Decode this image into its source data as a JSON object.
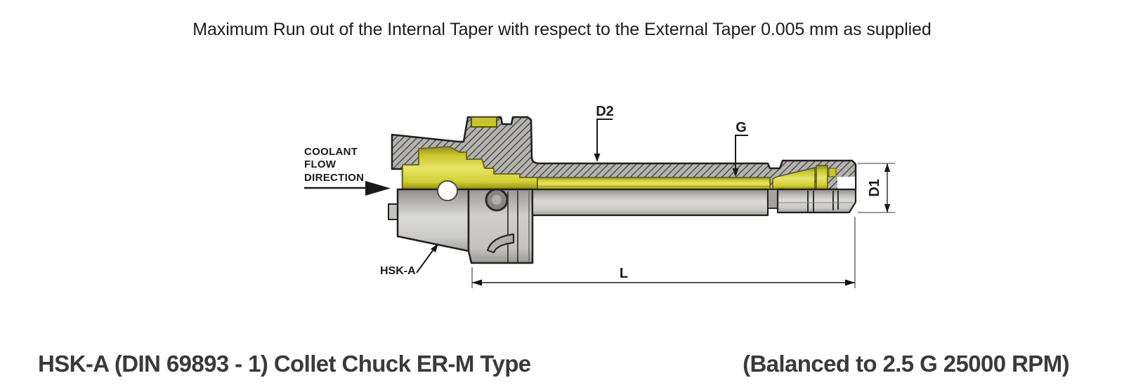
{
  "note_top": "Maximum Run out of the Internal Taper with respect to the External Taper 0.005 mm as supplied",
  "drawing": {
    "labels": {
      "coolant1": "COOLANT",
      "coolant2": "FLOW",
      "coolant3": "DIRECTION",
      "taper_name": "HSK-A",
      "d2": "D2",
      "g": "G",
      "d1": "D1",
      "l": "L"
    },
    "colors": {
      "internal_yellow": "#d6d332",
      "body_gray": "#c9c7c3",
      "section_gray": "#b5b3af",
      "outline": "#1f1f1e",
      "dimension_line": "#555555"
    }
  },
  "caption": {
    "product": "HSK-A (DIN 69893 - 1) Collet Chuck ER-M Type",
    "balance": "(Balanced to 2.5 G 25000 RPM)"
  }
}
